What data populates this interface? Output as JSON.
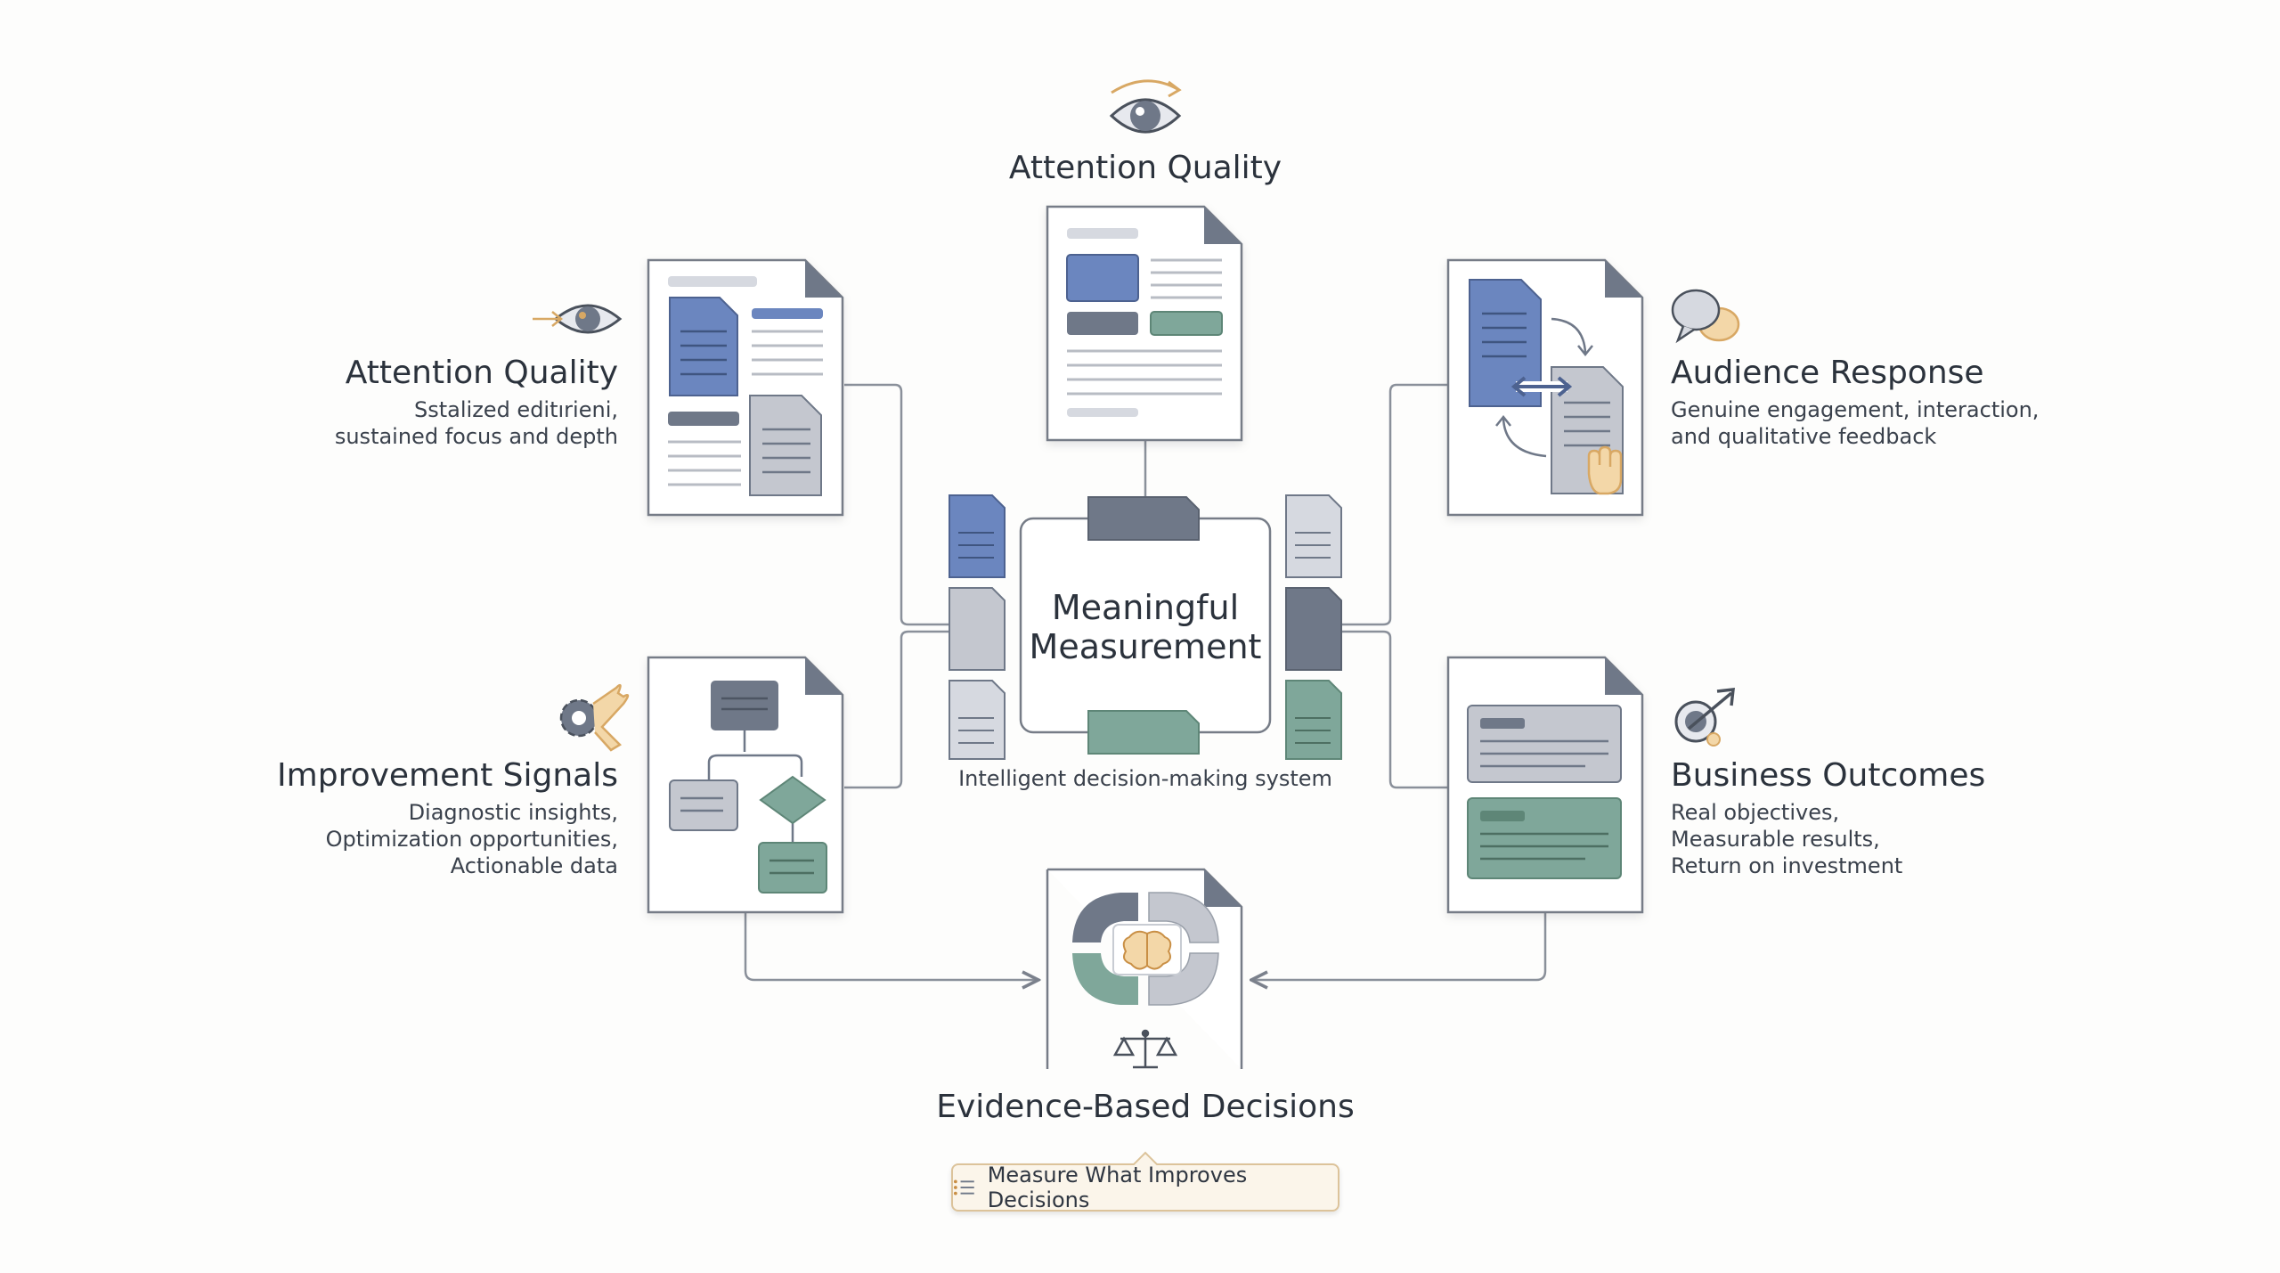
{
  "top": {
    "title": "Attention Quality"
  },
  "left_top": {
    "title": "Attention Quality",
    "desc": [
      "Sstalized editırieni,",
      "sustained focus and depth"
    ]
  },
  "right_top": {
    "title": "Audience Response",
    "desc": [
      "Genuine engagement, interaction,",
      "and qualitative feedback"
    ]
  },
  "left_bottom": {
    "title": "Improvement Signals",
    "desc": [
      "Diagnostic insights,",
      "Optimization opportunities,",
      "Actionable data"
    ]
  },
  "right_bottom": {
    "title": "Business Outcomes",
    "desc": [
      "Real objectives,",
      "Measurable results,",
      "Return on investment"
    ]
  },
  "core": {
    "title_lines": [
      "Meaningful",
      "Measurement"
    ],
    "caption": "Intelligent decision-making system"
  },
  "bottom": {
    "title": "Evidence-Based Decisions",
    "badge": "Measure What Improves Decisions"
  },
  "colors": {
    "blue": "#6b86bf",
    "slate": "#6f7888",
    "teal": "#7fa79a",
    "gray": "#c4c7cf",
    "gold": "#d8a864",
    "line": "#7b818c"
  }
}
